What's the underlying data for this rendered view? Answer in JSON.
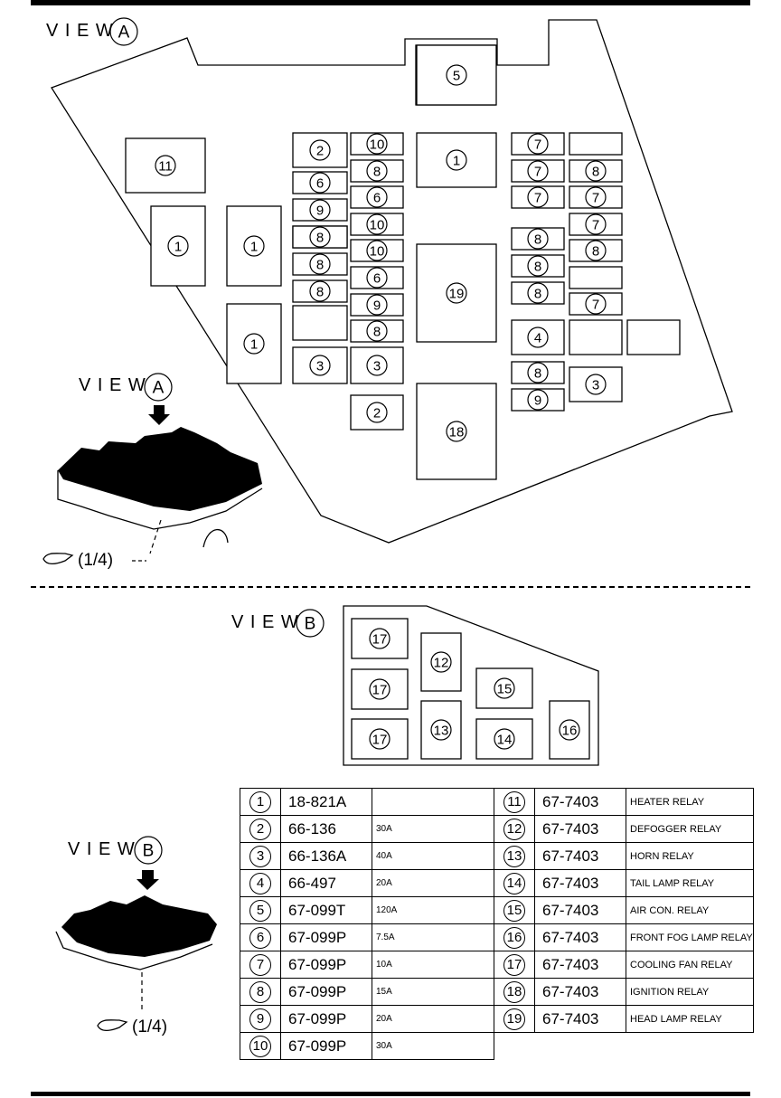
{
  "view_a": {
    "title": "V I E W",
    "letter": "A",
    "boxes": [
      "5",
      "11",
      "1",
      "1",
      "1",
      "2",
      "10",
      "6",
      "8",
      "9",
      "6",
      "9",
      "10",
      "8",
      "10",
      "8",
      "6",
      "8",
      "9",
      "3",
      "8",
      "3",
      "2",
      "1",
      "19",
      "18",
      "7",
      "7",
      "8",
      "7",
      "7",
      "7",
      "8",
      "8",
      "8",
      "8",
      "7",
      "4",
      "8",
      "3",
      "9"
    ],
    "pointer_ref": "(1/4)"
  },
  "view_b": {
    "title": "V I E W",
    "letter": "B",
    "boxes": [
      "17",
      "17",
      "17",
      "12",
      "13",
      "15",
      "14",
      "16"
    ],
    "pointer_ref": "(1/4)"
  },
  "legend": {
    "left": [
      {
        "num": "1",
        "part": "18-821A",
        "spec": ""
      },
      {
        "num": "2",
        "part": "66-136",
        "spec": "30A"
      },
      {
        "num": "3",
        "part": "66-136A",
        "spec": "40A"
      },
      {
        "num": "4",
        "part": "66-497",
        "spec": "20A"
      },
      {
        "num": "5",
        "part": "67-099T",
        "spec": "120A"
      },
      {
        "num": "6",
        "part": "67-099P",
        "spec": "7.5A"
      },
      {
        "num": "7",
        "part": "67-099P",
        "spec": "10A"
      },
      {
        "num": "8",
        "part": "67-099P",
        "spec": "15A"
      },
      {
        "num": "9",
        "part": "67-099P",
        "spec": "20A"
      },
      {
        "num": "10",
        "part": "67-099P",
        "spec": "30A"
      }
    ],
    "right": [
      {
        "num": "11",
        "part": "67-7403",
        "spec": "HEATER RELAY"
      },
      {
        "num": "12",
        "part": "67-7403",
        "spec": "DEFOGGER RELAY"
      },
      {
        "num": "13",
        "part": "67-7403",
        "spec": "HORN RELAY"
      },
      {
        "num": "14",
        "part": "67-7403",
        "spec": "TAIL LAMP RELAY"
      },
      {
        "num": "15",
        "part": "67-7403",
        "spec": "AIR CON. RELAY"
      },
      {
        "num": "16",
        "part": "67-7403",
        "spec": "FRONT FOG LAMP RELAY"
      },
      {
        "num": "17",
        "part": "67-7403",
        "spec": "COOLING FAN RELAY"
      },
      {
        "num": "18",
        "part": "67-7403",
        "spec": "IGNITION RELAY"
      },
      {
        "num": "19",
        "part": "67-7403",
        "spec": "HEAD LAMP RELAY"
      }
    ]
  }
}
